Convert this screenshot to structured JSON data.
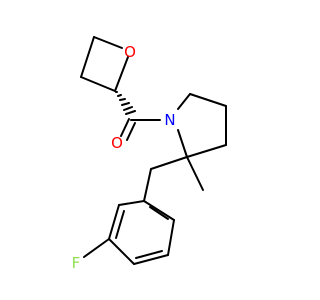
{
  "molecule": {
    "atoms": {
      "oxygen_ring": {
        "symbol": "O"
      },
      "oxygen_carbonyl": {
        "symbol": "O"
      },
      "nitrogen": {
        "symbol": "N"
      },
      "fluorine": {
        "symbol": "F"
      }
    },
    "colors": {
      "bond": "#000000",
      "oxygen": "#ff0000",
      "nitrogen": "#0000ff",
      "fluorine": "#90e050"
    }
  }
}
